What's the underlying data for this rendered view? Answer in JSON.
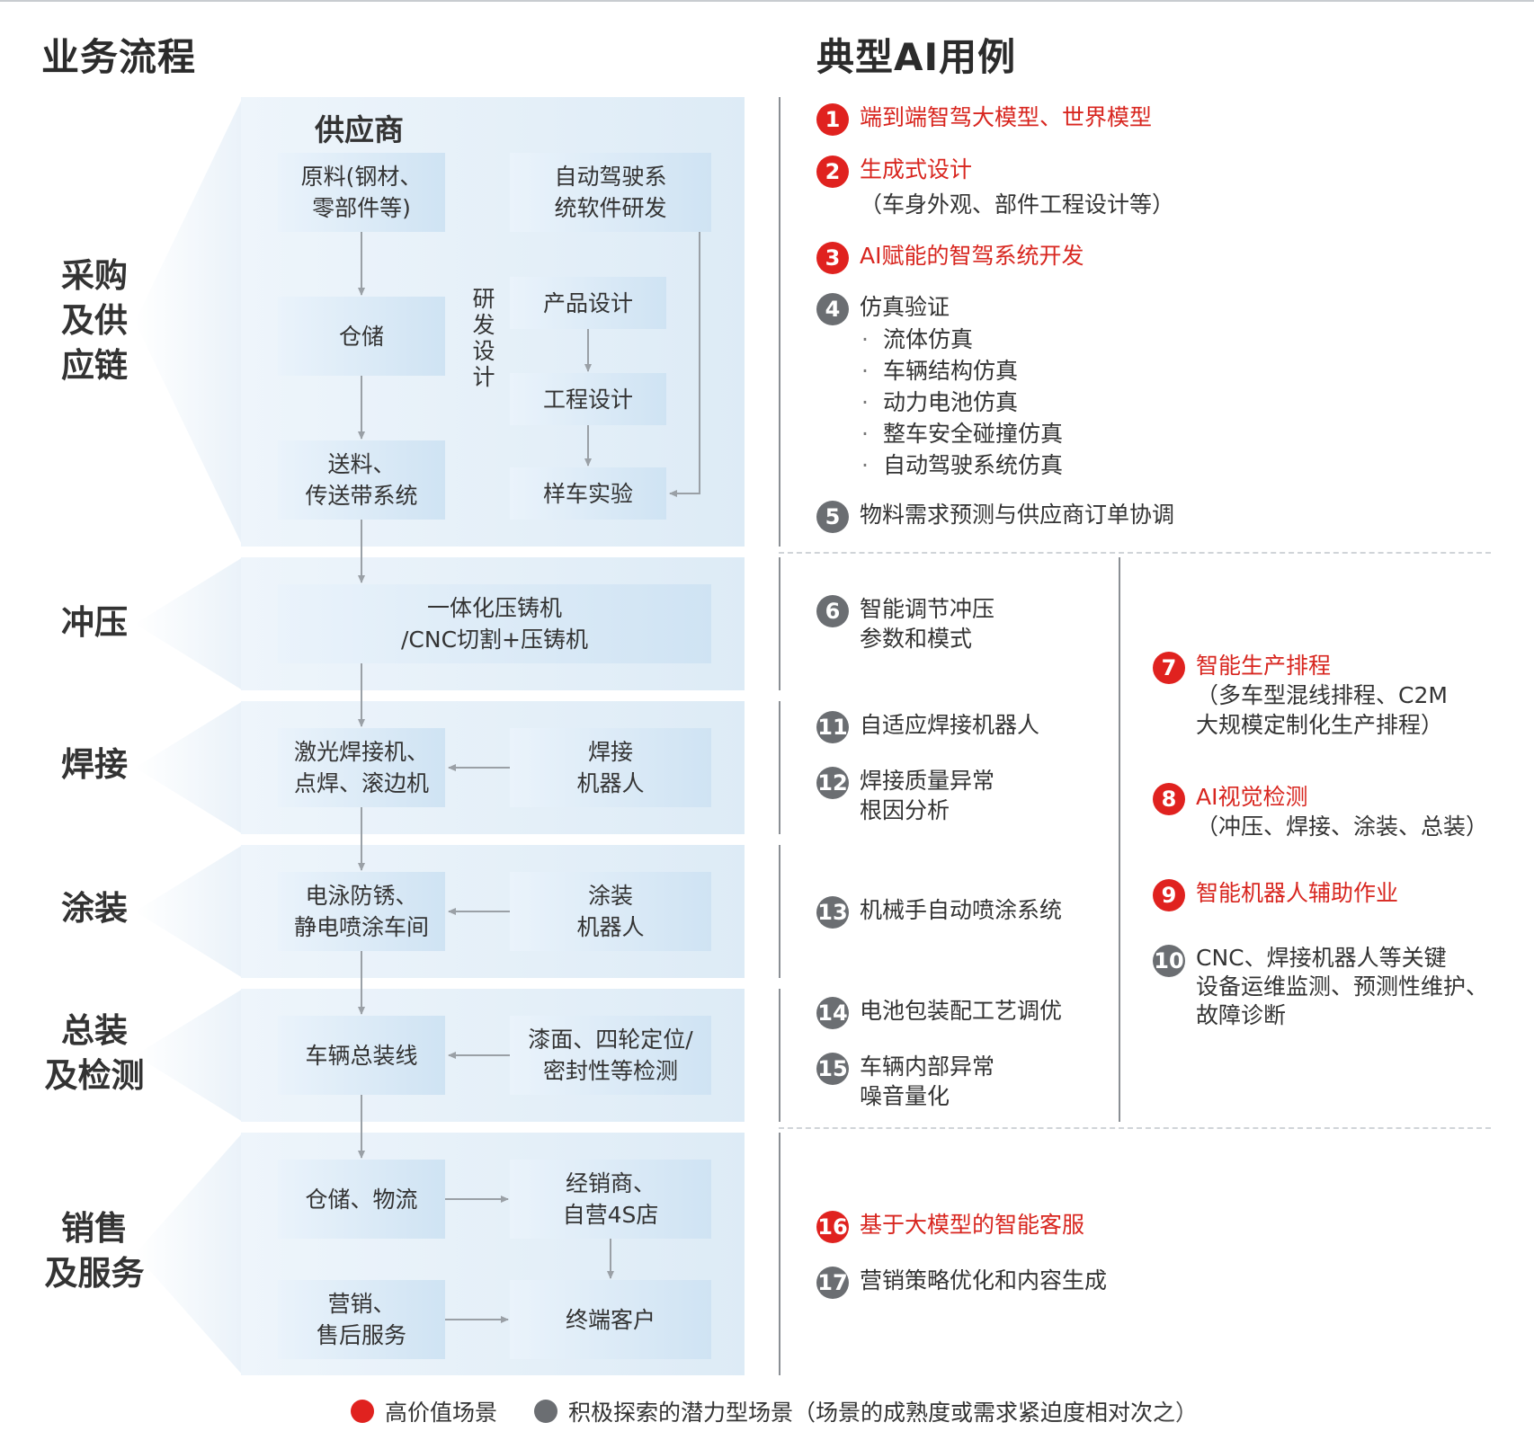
{
  "headers": {
    "left": "业务流程",
    "right": "典型AI用例"
  },
  "stages": [
    {
      "id": "procurement",
      "label": "采购\n及供\n应链"
    },
    {
      "id": "stamping",
      "label": "冲压"
    },
    {
      "id": "welding",
      "label": "焊接"
    },
    {
      "id": "painting",
      "label": "涂装"
    },
    {
      "id": "assembly",
      "label": "总装\n及检测"
    },
    {
      "id": "sales",
      "label": "销售\n及服务"
    }
  ],
  "supplier_title": "供应商",
  "rd_label": "研发设计",
  "boxes": {
    "raw": "原料(钢材、\n零部件等)",
    "adsw": "自动驾驶系\n统软件研发",
    "warehouse": "仓储",
    "product_design": "产品设计",
    "engineering_design": "工程设计",
    "feeding": "送料、\n传送带系统",
    "prototype": "样车实验",
    "casting": "一体化压铸机\n/CNC切割+压铸机",
    "laser_weld": "激光焊接机、\n点焊、滚边机",
    "weld_robot": "焊接\n机器人",
    "electro": "电泳防锈、\n静电喷涂车间",
    "paint_robot": "涂装\n机器人",
    "assembly_line": "车辆总装线",
    "inspection": "漆面、四轮定位/\n密封性等检测",
    "logistics": "仓储、物流",
    "dealer": "经销商、\n自营4S店",
    "marketing": "营销、\n售后服务",
    "customer": "终端客户"
  },
  "cases": [
    {
      "n": "1",
      "level": "high",
      "text": "端到端智驾大模型、世界模型"
    },
    {
      "n": "2",
      "level": "high",
      "text": "生成式设计",
      "sub": "（车身外观、部件工程设计等）"
    },
    {
      "n": "3",
      "level": "high",
      "text": "AI赋能的智驾系统开发"
    },
    {
      "n": "4",
      "level": "potential",
      "text": "仿真验证",
      "bullets": [
        "流体仿真",
        "车辆结构仿真",
        "动力电池仿真",
        "整车安全碰撞仿真",
        "自动驾驶系统仿真"
      ]
    },
    {
      "n": "5",
      "level": "potential",
      "text": "物料需求预测与供应商订单协调"
    },
    {
      "n": "6",
      "level": "potential",
      "text": "智能调节冲压\n参数和模式"
    },
    {
      "n": "7",
      "level": "high",
      "text": "智能生产排程",
      "sub": "（多车型混线排程、C2M\n大规模定制化生产排程）"
    },
    {
      "n": "8",
      "level": "high",
      "text": "AI视觉检测",
      "sub": "（冲压、焊接、涂装、总装）"
    },
    {
      "n": "9",
      "level": "high",
      "text": "智能机器人辅助作业"
    },
    {
      "n": "10",
      "level": "potential",
      "text": "CNC、焊接机器人等关键\n设备运维监测、预测性维护、\n故障诊断"
    },
    {
      "n": "11",
      "level": "potential",
      "text": "自适应焊接机器人"
    },
    {
      "n": "12",
      "level": "potential",
      "text": "焊接质量异常\n根因分析"
    },
    {
      "n": "13",
      "level": "potential",
      "text": "机械手自动喷涂系统"
    },
    {
      "n": "14",
      "level": "potential",
      "text": "电池包装配工艺调优"
    },
    {
      "n": "15",
      "level": "potential",
      "text": "车辆内部异常\n噪音量化"
    },
    {
      "n": "16",
      "level": "high",
      "text": "基于大模型的智能客服"
    },
    {
      "n": "17",
      "level": "potential",
      "text": "营销策略优化和内容生成"
    }
  ],
  "legend": {
    "high": "高价值场景",
    "potential": "积极探索的潜力型场景（场景的成熟度或需求紧迫度相对次之）"
  },
  "colors": {
    "red": "#e0221f",
    "gray": "#6b6e72",
    "box_light": "#eaf3fb",
    "box_dark": "#cfe3f3"
  }
}
